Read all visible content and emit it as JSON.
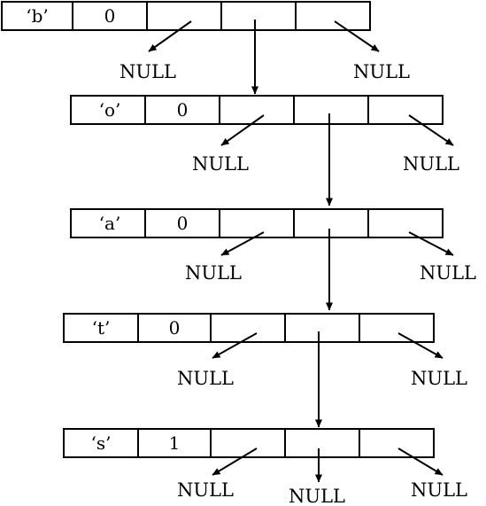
{
  "diagram": {
    "nodes": [
      {
        "char": "‘b’",
        "flag": "0",
        "null_left": "NULL",
        "null_right": "NULL"
      },
      {
        "char": "‘o’",
        "flag": "0",
        "null_left": "NULL",
        "null_right": "NULL"
      },
      {
        "char": "‘a’",
        "flag": "0",
        "null_left": "NULL",
        "null_right": "NULL"
      },
      {
        "char": "‘t’",
        "flag": "0",
        "null_left": "NULL",
        "null_right": "NULL"
      },
      {
        "char": "‘s’",
        "flag": "1",
        "null_left": "NULL",
        "null_middle": "NULL",
        "null_right": "NULL"
      }
    ]
  }
}
